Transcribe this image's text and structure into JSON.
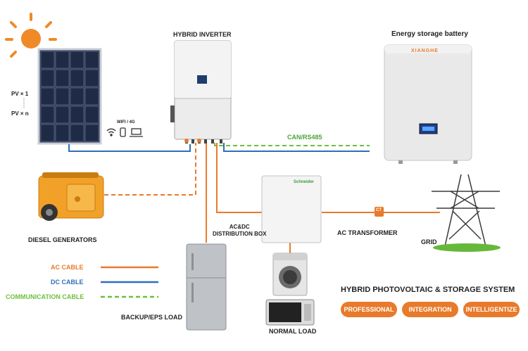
{
  "labels": {
    "hybrid_inverter": "HYBRID INVERTER",
    "battery": "Energy storage battery",
    "battery_brand": "XIANGHE",
    "pv_1": "PV × 1",
    "pv_n": "PV × n",
    "wifi": "WIFI / 4G",
    "can": "CAN/RS485",
    "diesel": "DIESEL GENERATORS",
    "distribution": "AC&DC\nDISTRIBUTION BOX",
    "distribution_brand": "Schneider",
    "ct": "CT",
    "transformer": "AC TRANSFORMER",
    "grid": "GRID",
    "backup": "BACKUP/EPS LOAD",
    "normal": "NORMAL LOAD"
  },
  "legend": [
    {
      "label": "AC CABLE",
      "color": "#e87a2b",
      "style": "solid"
    },
    {
      "label": "DC CABLE",
      "color": "#2f6fbd",
      "style": "solid"
    },
    {
      "label": "COMMUNICATION CABLE",
      "color": "#6cbf3c",
      "style": "dashed"
    }
  ],
  "system": {
    "title": "HYBRID PHOTOVOLTAIC & STORAGE SYSTEM",
    "pills": [
      "PROFESSIONAL",
      "INTEGRATION",
      "INTELLIGENTIZE"
    ]
  },
  "colors": {
    "ac": "#e87a2b",
    "dc": "#2f6fbd",
    "comm": "#6cbf3c",
    "accent": "#e87a2b"
  }
}
